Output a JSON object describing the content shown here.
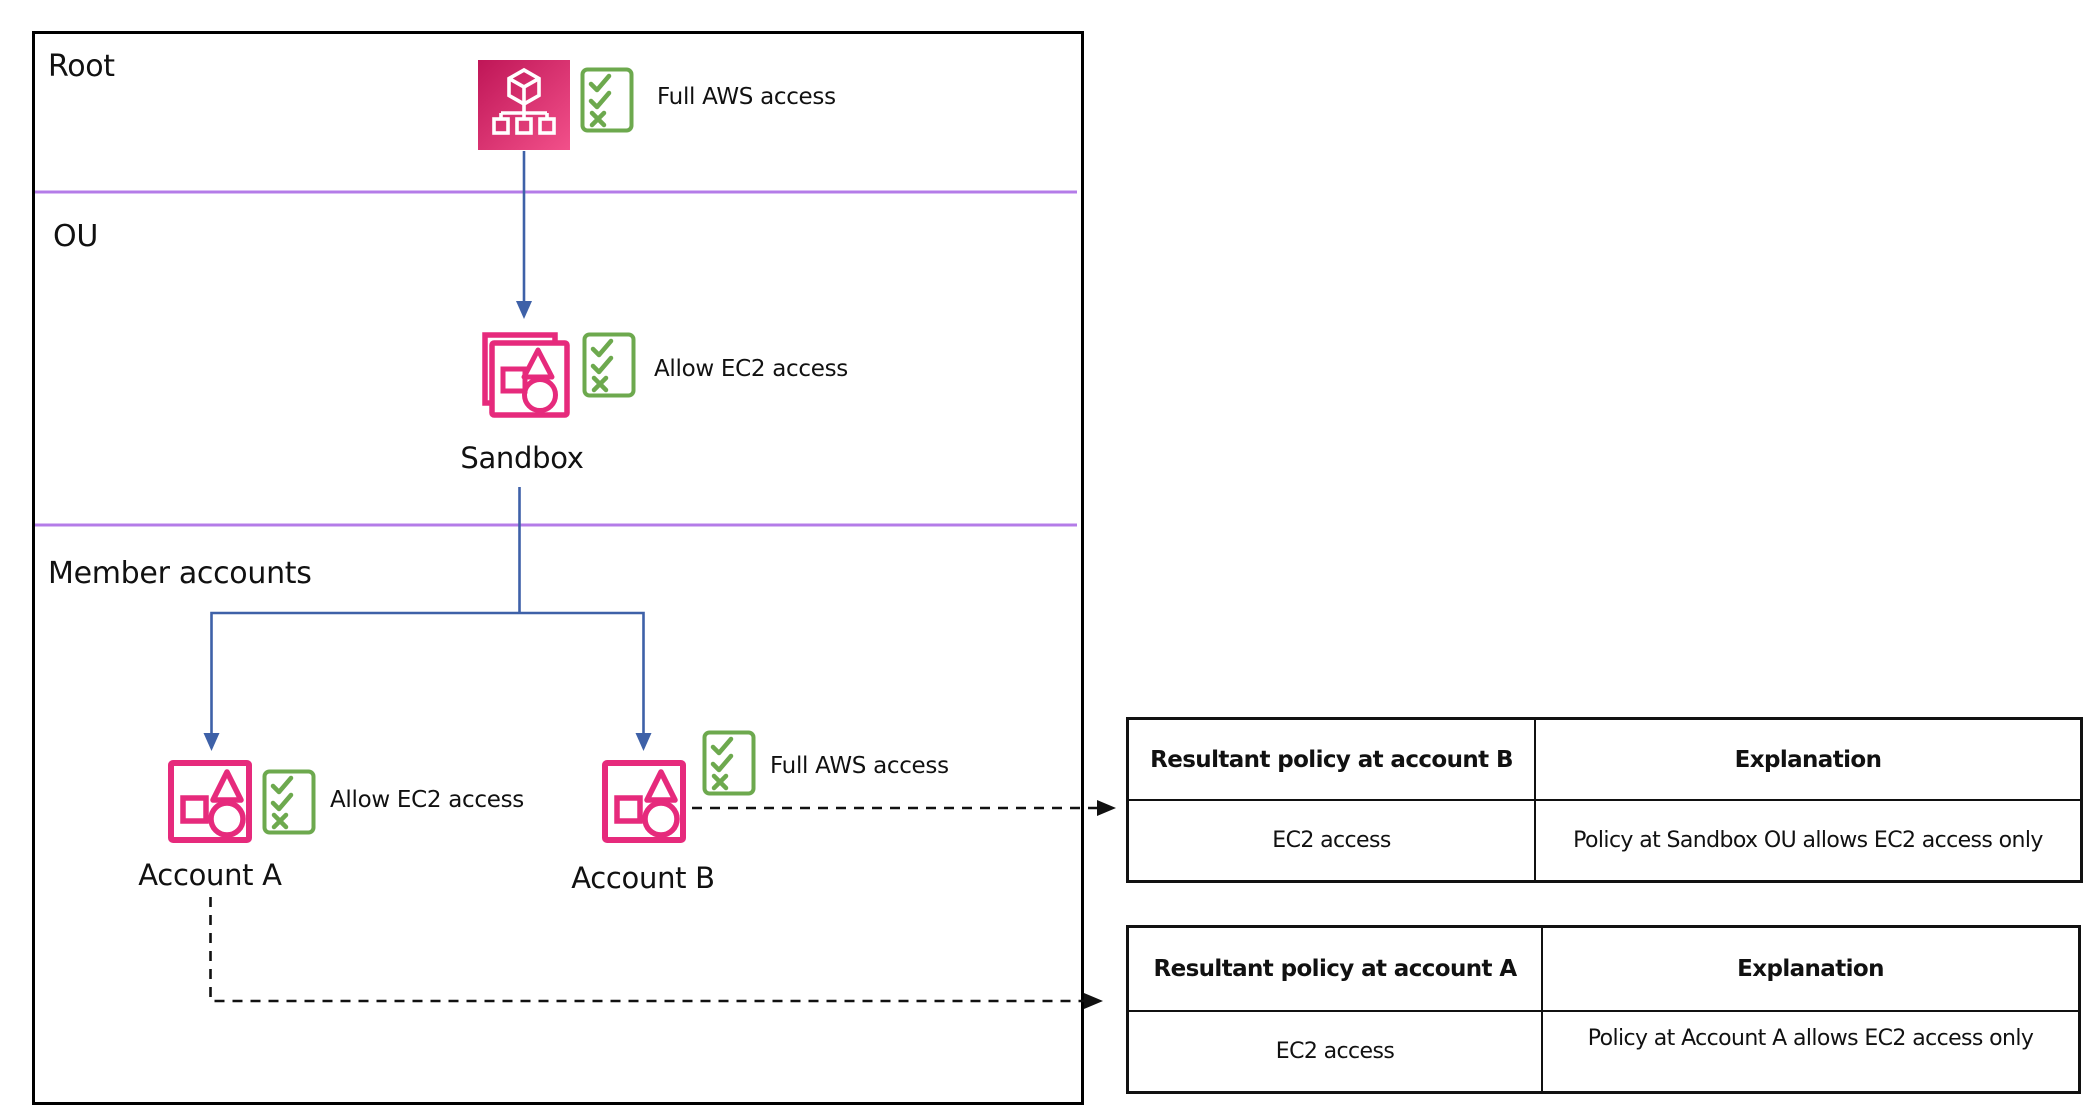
{
  "colors": {
    "pink": "#e62a7c",
    "pink_grad_start": "#bf1657",
    "pink_grad_end": "#f2508a",
    "green": "#6da94e",
    "blue": "#3e61a8",
    "purple": "#b47ce8",
    "text": "#111111"
  },
  "icons": {
    "root_node": "aws-organizations-icon",
    "ou_node": "organizational-unit-icon",
    "account_node": "aws-account-icon",
    "policy": "policy-checklist-icon"
  },
  "sections": {
    "root_label": "Root",
    "ou_label": "OU",
    "member_label": "Member accounts"
  },
  "nodes": {
    "root": {
      "policy": "Full AWS access"
    },
    "sandbox": {
      "label": "Sandbox",
      "policy": "Allow EC2 access"
    },
    "account_a": {
      "label": "Account A",
      "policy": "Allow EC2 access"
    },
    "account_b": {
      "label": "Account B",
      "policy": "Full AWS access"
    }
  },
  "tables": [
    {
      "headers": [
        "Resultant policy at account B",
        "Explanation"
      ],
      "rows": [
        [
          "EC2 access",
          "Policy at Sandbox OU allows EC2 access only"
        ]
      ]
    },
    {
      "headers": [
        "Resultant policy at account A",
        "Explanation"
      ],
      "rows": [
        [
          "EC2 access",
          "Policy at Account A allows EC2 access only"
        ]
      ]
    }
  ]
}
